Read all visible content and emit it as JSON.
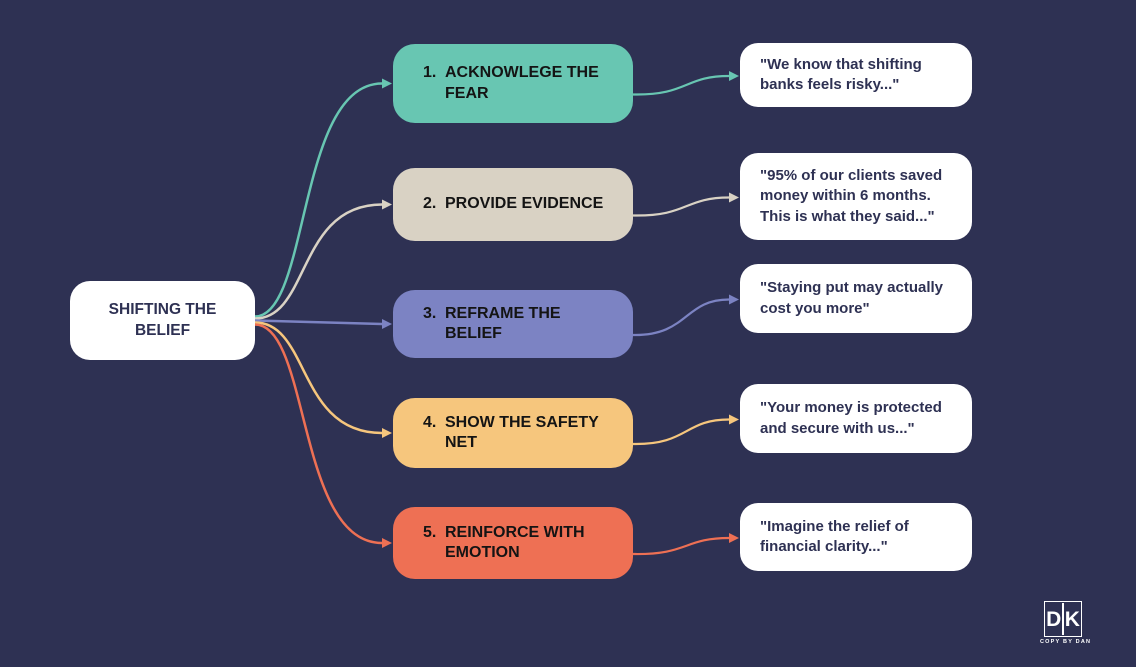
{
  "page": {
    "background_color": "#2e3153",
    "text_dark_navy": "#2e3153",
    "step_text_color": "#141414"
  },
  "root": {
    "label": "SHIFTING THE BELIEF",
    "color": "#ffffff"
  },
  "steps": [
    {
      "number": "1.",
      "label": "ACKNOWLEGE THE FEAR",
      "color": "#68c6b2",
      "quote": "\"We know that shifting banks feels risky...\""
    },
    {
      "number": "2.",
      "label": "PROVIDE EVIDENCE",
      "color": "#d9d2c4",
      "quote": "\"95% of our clients saved money within 6 months. This is what they said...\""
    },
    {
      "number": "3.",
      "label": "REFRAME THE BELIEF",
      "color": "#7c83c3",
      "quote": "\"Staying put may actually cost you more\""
    },
    {
      "number": "4.",
      "label": "SHOW THE SAFETY NET",
      "color": "#f6c67d",
      "quote": "\"Your money is protected and secure with us...\""
    },
    {
      "number": "5.",
      "label": "REINFORCE WITH EMOTION",
      "color": "#ee7054",
      "quote": "\"Imagine the relief of financial clarity...\""
    }
  ],
  "logo": {
    "letter_d": "D",
    "letter_k": "K",
    "tagline": "COPY BY DAN"
  }
}
